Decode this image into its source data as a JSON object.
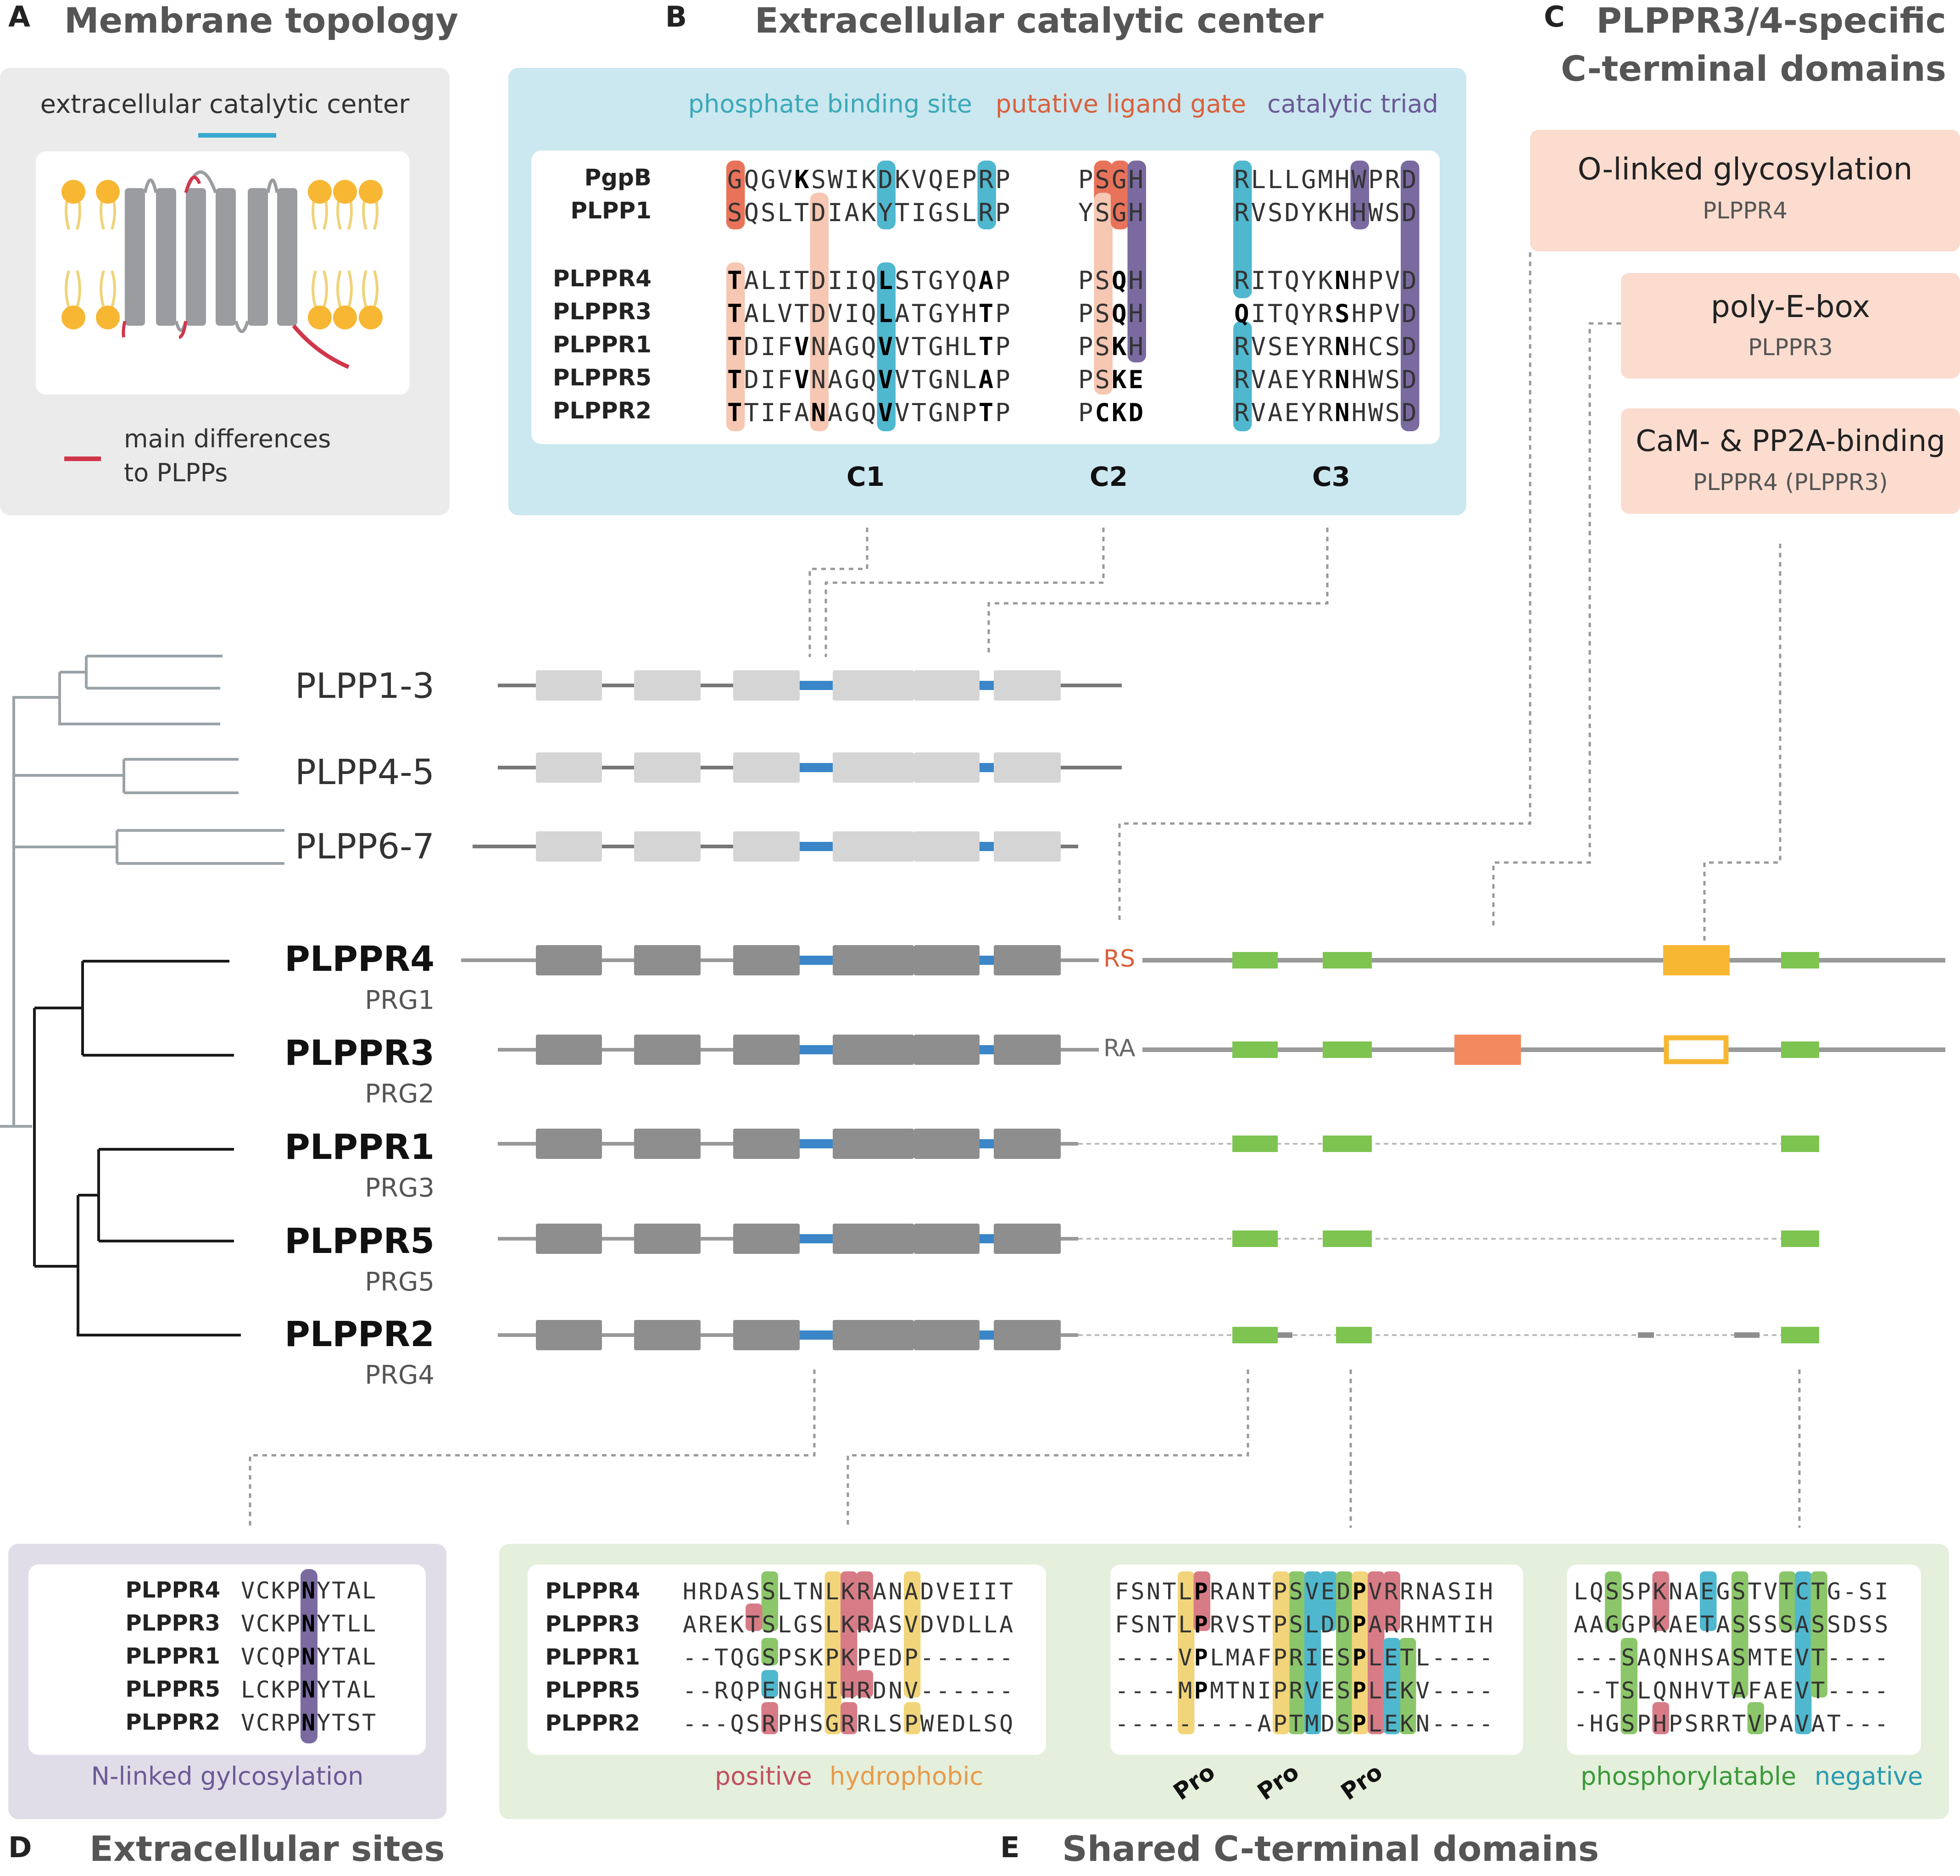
{
  "panels": {
    "A": {
      "letter": "A",
      "title": "Membrane topology",
      "center_label": "extracellular catalytic center",
      "legend": [
        "main differences",
        "to PLPPs"
      ]
    },
    "B": {
      "letter": "B",
      "title": "Extracellular catalytic center",
      "legend": {
        "phosphate": "phosphate binding site",
        "gate": "putative ligand gate",
        "triad": "catalytic triad"
      },
      "rows": [
        {
          "name": "PgpB",
          "c1": "GQGVKSWIKDKVQEPRP",
          "c2": "PSGH",
          "c3": "RLLLGMHWPRD"
        },
        {
          "name": "PLPP1",
          "c1": "SQSLTDIAKYTIGSLRP",
          "c2": "YSGH",
          "c3": "RVSDYKHHWSD"
        },
        {
          "name": "PLPPR4",
          "c1": "TALITDIIQLSTGYQAP",
          "c2": "PSQH",
          "c3": "RITQYKNHPVD"
        },
        {
          "name": "PLPPR3",
          "c1": "TALVTDVIQLATGYHTP",
          "c2": "PSQH",
          "c3": "QITQYRSHPVD"
        },
        {
          "name": "PLPPR1",
          "c1": "TDIFVNAGQVVTGHLTP",
          "c2": "PSKH",
          "c3": "RVSEYRNHCSD"
        },
        {
          "name": "PLPPR5",
          "c1": "TDIFVNAGQVVTGNLAP",
          "c2": "PSKE",
          "c3": "RVAEYRNHWSD"
        },
        {
          "name": "PLPPR2",
          "c1": "TTIFANAGQVVTGNPTP",
          "c2": "PCKD",
          "c3": "RVAEYRNHWSD"
        }
      ],
      "motifs": [
        "C1",
        "C2",
        "C3"
      ]
    },
    "C": {
      "letter": "C",
      "title_line1": "PLPPR3/4-specific",
      "title_line2": "C-terminal domains",
      "domains": [
        {
          "name": "O-linked glycosylation",
          "sub": "PLPPR4"
        },
        {
          "name": "poly-E-box",
          "sub": "PLPPR3"
        },
        {
          "name": "CaM- & PP2A-binding",
          "sub": "PLPPR4 (PLPPR3)"
        }
      ]
    },
    "D": {
      "letter": "D",
      "title": "Extracellular sites",
      "legend": "N-linked gylcosylation",
      "rows": [
        {
          "name": "PLPPR4",
          "seq": "VCKPNYTAL"
        },
        {
          "name": "PLPPR3",
          "seq": "VCKPNYTLL"
        },
        {
          "name": "PLPPR1",
          "seq": "VCQPNYTAL"
        },
        {
          "name": "PLPPR5",
          "seq": "LCKPNYTAL"
        },
        {
          "name": "PLPPR2",
          "seq": "VCRPNYTST"
        }
      ]
    },
    "E": {
      "letter": "E",
      "title": "Shared C-terminal domains",
      "rows": [
        {
          "name": "PLPPR4",
          "s1": "HRDASSLTNLKRANADVEIIT",
          "s2": "FSNTLPRANTPSVEDPVRRNASIH",
          "s3": "LQSSPKNAEGSTVTCTG-SI"
        },
        {
          "name": "PLPPR3",
          "s1": "AREKTSLGSLKRASVDVDLLA",
          "s2": "FSNTLPRVSTPSLDDPARRHMTIH",
          "s3": "AAGGPKAETASSSSASSDSS"
        },
        {
          "name": "PLPPR1",
          "s1": "--TQGSPSKPKPEDP------",
          "s2": "----VPLMAFPRIESPLETL----",
          "s3": "---SAQNHSASMTEVT----"
        },
        {
          "name": "PLPPR5",
          "s1": "--RQPENGHIHRDNV------",
          "s2": "----MPMTNIPRVESPLEKV----",
          "s3": "--TSLQNHVTAFAEVT----"
        },
        {
          "name": "PLPPR2",
          "s1": "---QSRPHSGRRLSPWEDLSQ",
          "s2": "---------APTMDSPLEKN----",
          "s3": "-HGSPHPSRRTVPAVAT---"
        }
      ],
      "legend": {
        "positive": "positive",
        "hydrophobic": "hydrophobic",
        "phospho": "phosphorylatable",
        "negative": "negative",
        "pro": "Pro"
      }
    }
  },
  "tree": {
    "groups": [
      {
        "name": "PLPP1-3",
        "sub": ""
      },
      {
        "name": "PLPP4-5",
        "sub": ""
      },
      {
        "name": "PLPP6-7",
        "sub": ""
      },
      {
        "name": "PLPPR4",
        "sub": "PRG1",
        "tag": "RS"
      },
      {
        "name": "PLPPR3",
        "sub": "PRG2",
        "tag": "RA"
      },
      {
        "name": "PLPPR1",
        "sub": "PRG3"
      },
      {
        "name": "PLPPR5",
        "sub": "PRG5"
      },
      {
        "name": "PLPPR2",
        "sub": "PRG4"
      }
    ]
  },
  "colors": {
    "phosphate": "#4fb8cf",
    "gate": "#e8735a",
    "gate_light": "#f6c7b2",
    "triad": "#7a6aa0",
    "positive": "#d77c86",
    "hydrophobic": "#f2d57a",
    "phospho": "#8cc66a",
    "negative": "#4fb8cf",
    "green_dom": "#7dc451",
    "orange_dom": "#f38a5f",
    "yellow_dom": "#f7b733",
    "blue_link": "#3a86c8"
  }
}
